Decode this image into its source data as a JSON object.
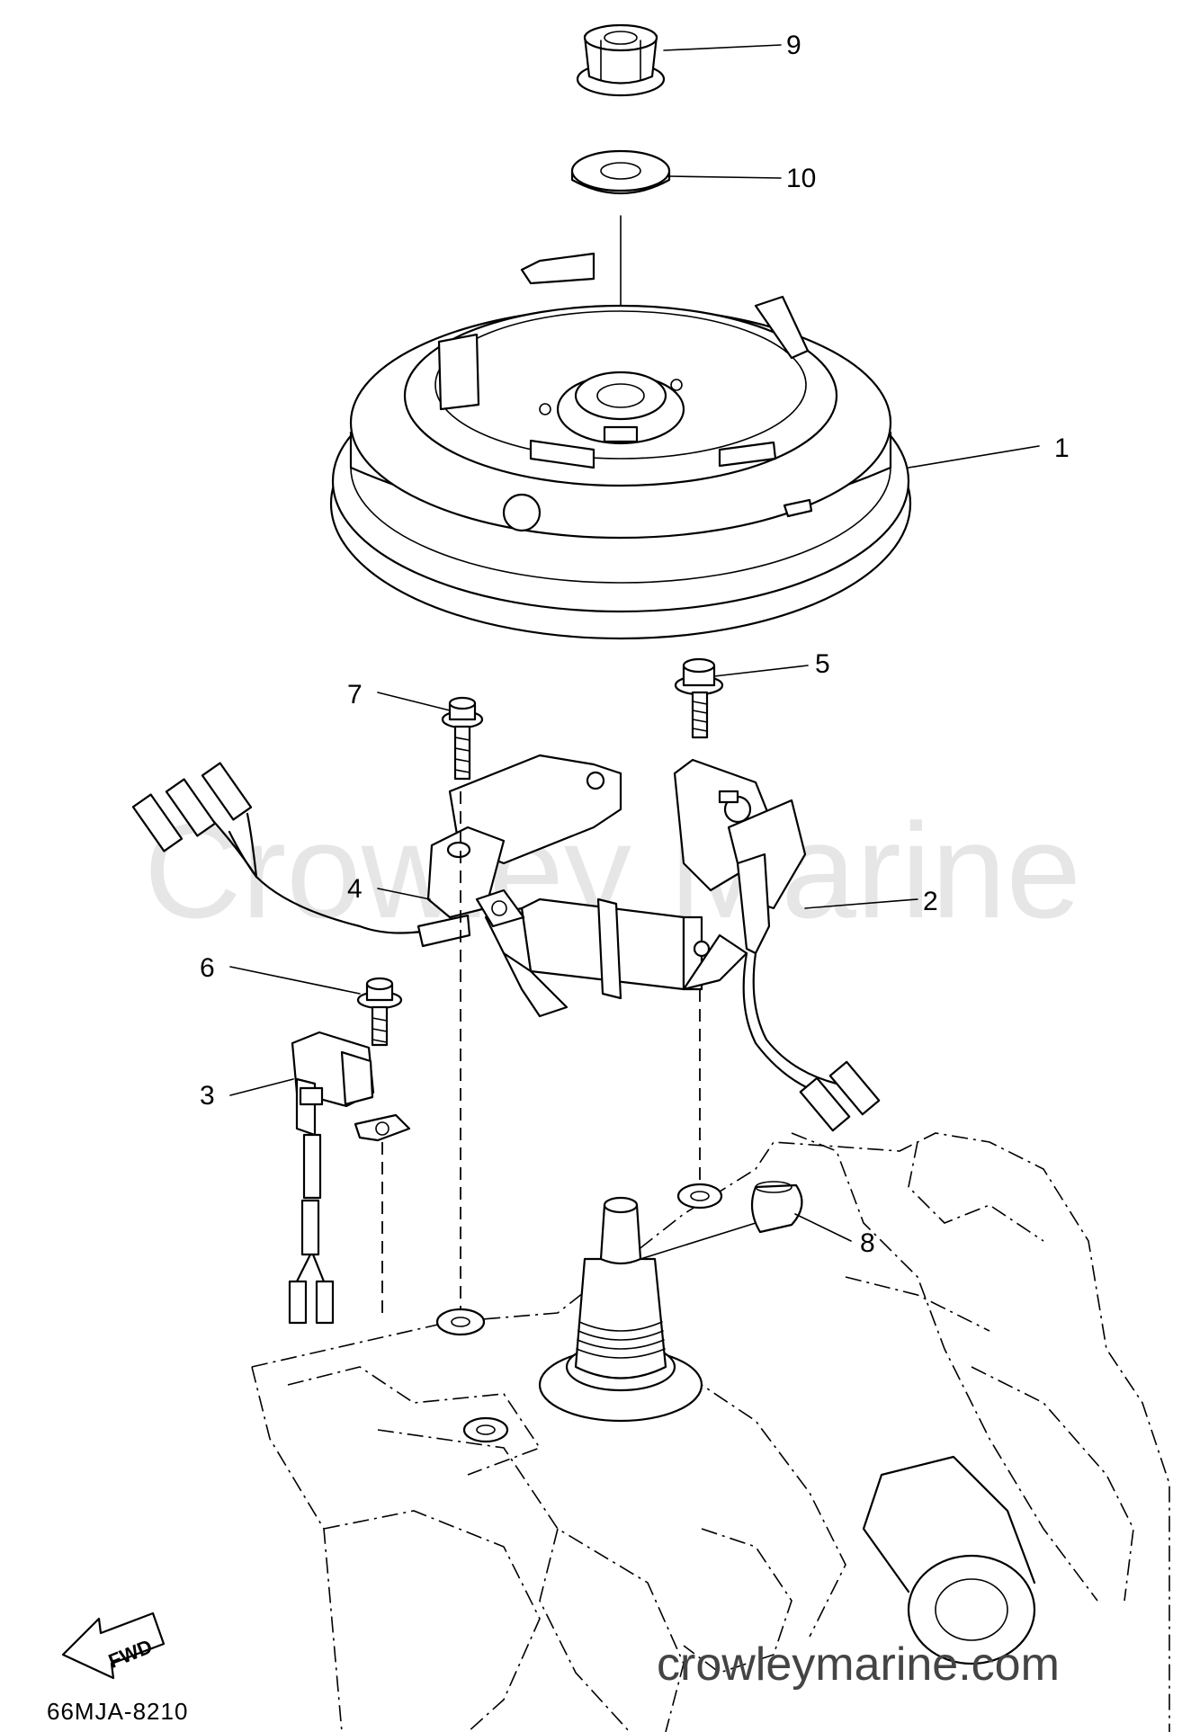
{
  "callouts": [
    {
      "id": "1",
      "label": "1"
    },
    {
      "id": "2",
      "label": "2"
    },
    {
      "id": "3",
      "label": "3"
    },
    {
      "id": "4",
      "label": "4"
    },
    {
      "id": "5",
      "label": "5"
    },
    {
      "id": "6",
      "label": "6"
    },
    {
      "id": "7",
      "label": "7"
    },
    {
      "id": "8",
      "label": "8"
    },
    {
      "id": "9",
      "label": "9"
    },
    {
      "id": "10",
      "label": "10"
    }
  ],
  "figure_code": "66MJA-8210",
  "direction_label": "FWD",
  "watermark": {
    "big": "Crowley Marine",
    "url": "crowleymarine.com"
  }
}
